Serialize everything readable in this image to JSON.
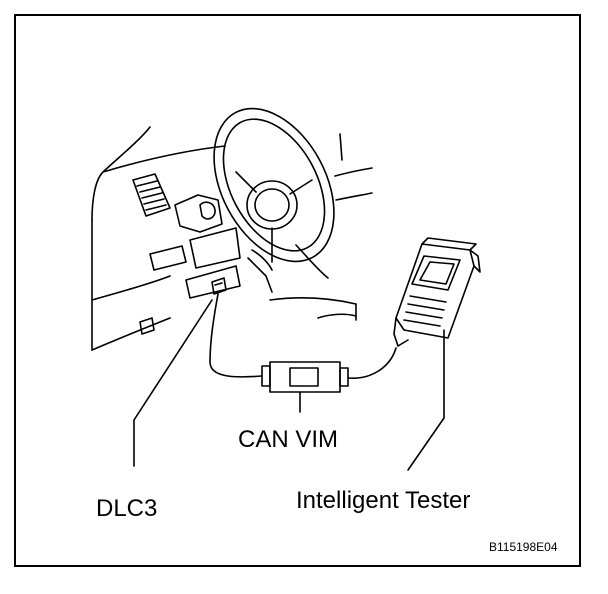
{
  "diagram": {
    "labels": {
      "can_vim": "CAN VIM",
      "dlc3": "DLC3",
      "intelligent_tester": "Intelligent Tester"
    },
    "figure_code": "B115198E04"
  },
  "colors": {
    "ink": "#000000",
    "paper": "#ffffff"
  },
  "icons": [
    "steering-wheel-icon",
    "scan-tool-icon",
    "vim-module-icon"
  ]
}
